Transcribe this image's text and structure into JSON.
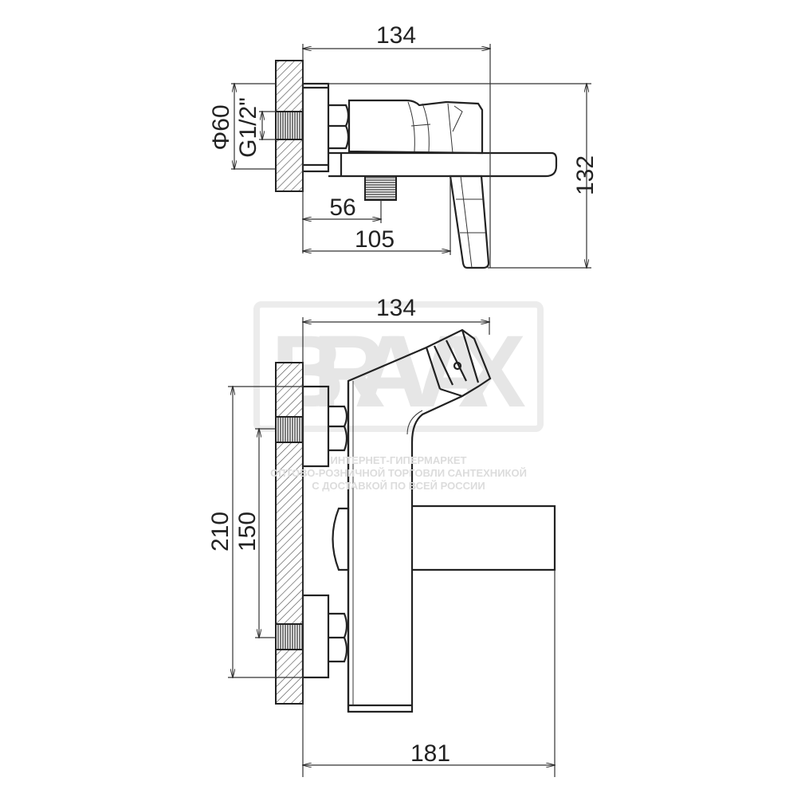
{
  "watermark": {
    "logo": "BRAVAX",
    "line1": "ИНТЕРНЕТ-ГИПЕРМАРКЕТ",
    "line2": "ОПТОВО-РОЗНИЧНОЙ ТОРГОВЛИ САНТЕХНИКОЙ",
    "line3": "С ДОСТАВКОЙ ПО ВСЕЙ РОССИИ"
  },
  "top_view": {
    "dims": {
      "width_total": "134",
      "height_total": "132",
      "flange_diameter": "Φ60",
      "thread": "G1/2\"",
      "outlet_offset": "56",
      "lever_offset": "105"
    }
  },
  "front_view": {
    "dims": {
      "width_top": "134",
      "width_total": "181",
      "outer_spacing": "210",
      "inlet_spacing": "150"
    }
  }
}
